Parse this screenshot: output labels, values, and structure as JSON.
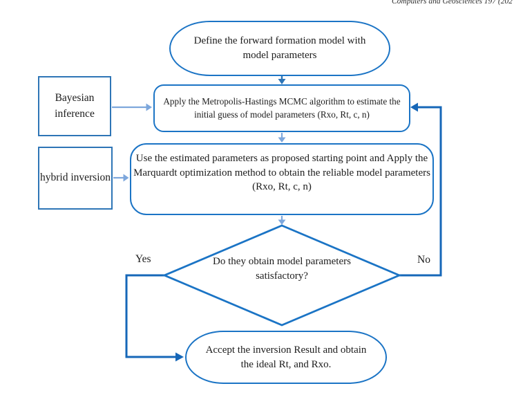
{
  "header": {
    "journal_text": "Computers and Geosciences 197 (202"
  },
  "flowchart": {
    "nodes": {
      "start": {
        "label": "Define the forward formation model with model parameters"
      },
      "mcmc": {
        "label": "Apply the Metropolis-Hastings MCMC algorithm to estimate the initial guess of model parameters (Rxo, Rt, c, n)"
      },
      "marquardt": {
        "label": "Use the estimated parameters as proposed starting point and Apply the Marquardt optimization method to obtain the reliable model parameters (Rxo, Rt, c, n)"
      },
      "decision": {
        "label": "Do they obtain model parameters satisfactory?"
      },
      "end": {
        "label": "Accept the inversion Result and obtain the ideal Rt, and Rxo."
      },
      "bayesian": {
        "label": "Bayesian inference"
      },
      "hybrid": {
        "label": "hybrid inversion"
      }
    },
    "edges": {
      "yes_label": "Yes",
      "no_label": "No"
    }
  },
  "colors": {
    "shape_stroke": "#1b74c5",
    "side_box_stroke": "#2e75b6",
    "light_arrow": "#7da7dc",
    "medium_arrow": "#2e75b6",
    "loop_stroke": "#1667b8",
    "text_color": "#1c1c1c",
    "header_color": "#2f2f2f"
  }
}
